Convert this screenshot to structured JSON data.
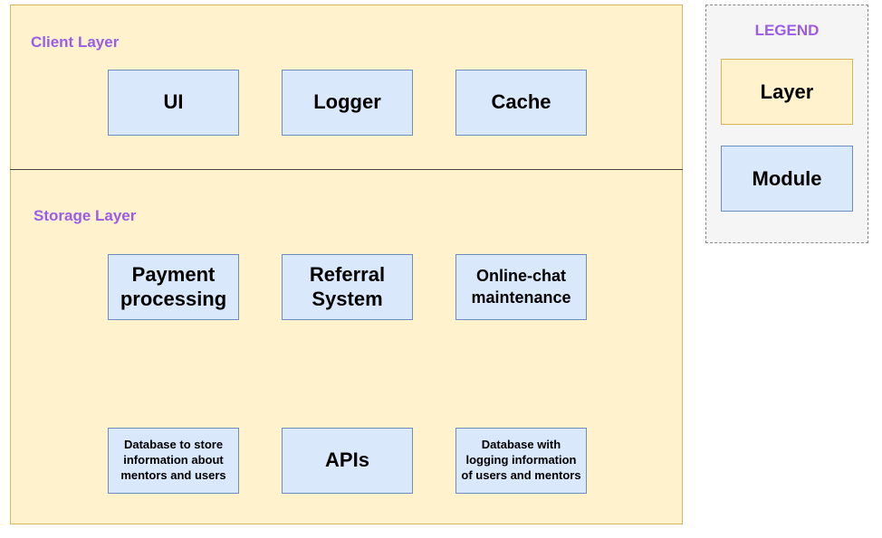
{
  "layers": {
    "client": {
      "title": "Client Layer",
      "modules": [
        "UI",
        "Logger",
        "Cache"
      ]
    },
    "storage": {
      "title": "Storage Layer",
      "modules_row1": [
        "Payment processing",
        "Referral System",
        "Online-chat maintenance"
      ],
      "modules_row2": [
        "Database to store information about mentors and users",
        "APIs",
        "Database with logging information of users and mentors"
      ]
    }
  },
  "legend": {
    "title": "LEGEND",
    "items": [
      "Layer",
      "Module"
    ]
  },
  "colors": {
    "layer_fill": "#fff2cc",
    "layer_border": "#d6b656",
    "module_fill": "#dae8fc",
    "module_border": "#6c8ebf",
    "title_text": "#9b5de5",
    "legend_fill": "#f5f5f5"
  }
}
